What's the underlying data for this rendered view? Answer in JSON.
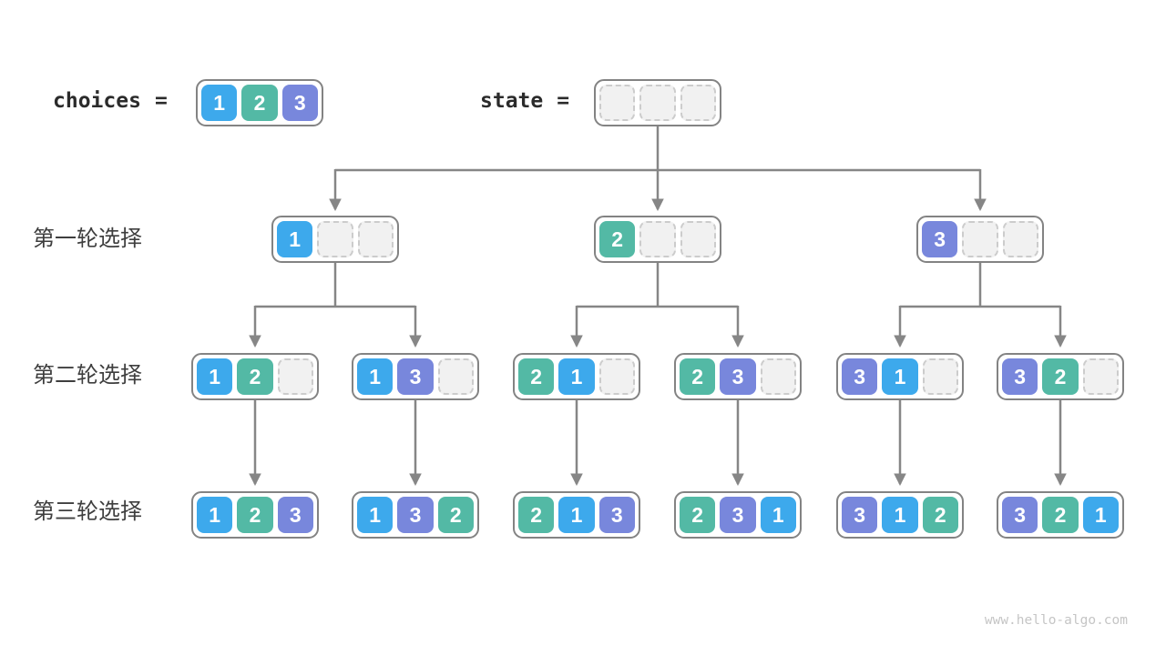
{
  "header": {
    "choices_label": "choices",
    "state_label": "state",
    "equals": "=",
    "choices": [
      "1",
      "2",
      "3"
    ],
    "state": [
      "",
      "",
      ""
    ]
  },
  "row_labels": {
    "round1": "第一轮选择",
    "round2": "第二轮选择",
    "round3": "第三轮选择"
  },
  "tree": {
    "round1": [
      [
        "1",
        "",
        ""
      ],
      [
        "2",
        "",
        ""
      ],
      [
        "3",
        "",
        ""
      ]
    ],
    "round2": [
      [
        "1",
        "2",
        ""
      ],
      [
        "1",
        "3",
        ""
      ],
      [
        "2",
        "1",
        ""
      ],
      [
        "2",
        "3",
        ""
      ],
      [
        "3",
        "1",
        ""
      ],
      [
        "3",
        "2",
        ""
      ]
    ],
    "round3": [
      [
        "1",
        "2",
        "3"
      ],
      [
        "1",
        "3",
        "2"
      ],
      [
        "2",
        "1",
        "3"
      ],
      [
        "2",
        "3",
        "1"
      ],
      [
        "3",
        "1",
        "2"
      ],
      [
        "3",
        "2",
        "1"
      ]
    ]
  },
  "colors": {
    "1": "#3da9ec",
    "2": "#53b9a5",
    "3": "#7887dc",
    "empty_fill": "#f1f1f1",
    "empty_border": "#cccccc",
    "box_border": "#838383",
    "connector": "#868686",
    "label_text": "#3e3e3e",
    "code_text": "#2b2b2b",
    "watermark_text": "#c5c5c5"
  },
  "watermark": "www.hello-algo.com"
}
